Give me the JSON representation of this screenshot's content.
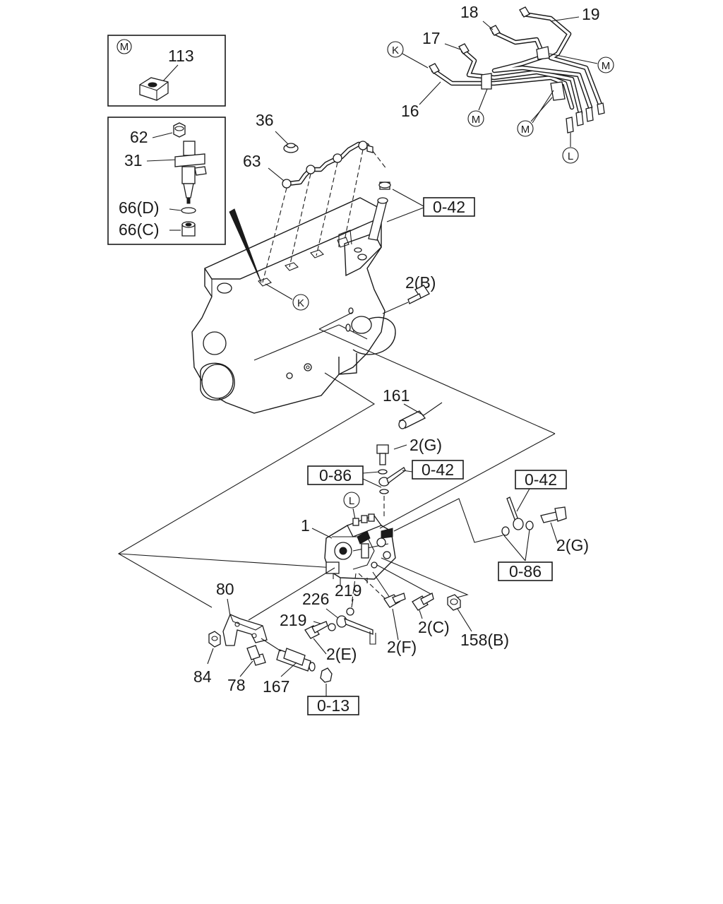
{
  "callouts": {
    "p113": "113",
    "p62": "62",
    "p31": "31",
    "p66d": "66(D)",
    "p66c": "66(C)",
    "p36": "36",
    "p63": "63",
    "p18": "18",
    "p19": "19",
    "p17": "17",
    "p16": "16",
    "p2b": "2(B)",
    "p161": "161",
    "p2g_top": "2(G)",
    "p1": "1",
    "p2g_right": "2(G)",
    "p80": "80",
    "p226": "226",
    "p219a": "219",
    "p219b": "219",
    "p2e": "2(E)",
    "p2f": "2(F)",
    "p2c": "2(C)",
    "p158b": "158(B)",
    "p84": "84",
    "p78": "78",
    "p167": "167"
  },
  "refs": {
    "r042_top": "0-42",
    "r042_mid": "0-42",
    "r086_left": "0-86",
    "r042_right": "0-42",
    "r086_right": "0-86",
    "r013": "0-13"
  },
  "markers": {
    "m_inset": "M",
    "m_pipe_right": "M",
    "m_pipe_mid": "M",
    "m_pipe_low": "M",
    "k_pipe": "K",
    "k_engine": "K",
    "l_pipe": "L",
    "l_pump": "L"
  }
}
